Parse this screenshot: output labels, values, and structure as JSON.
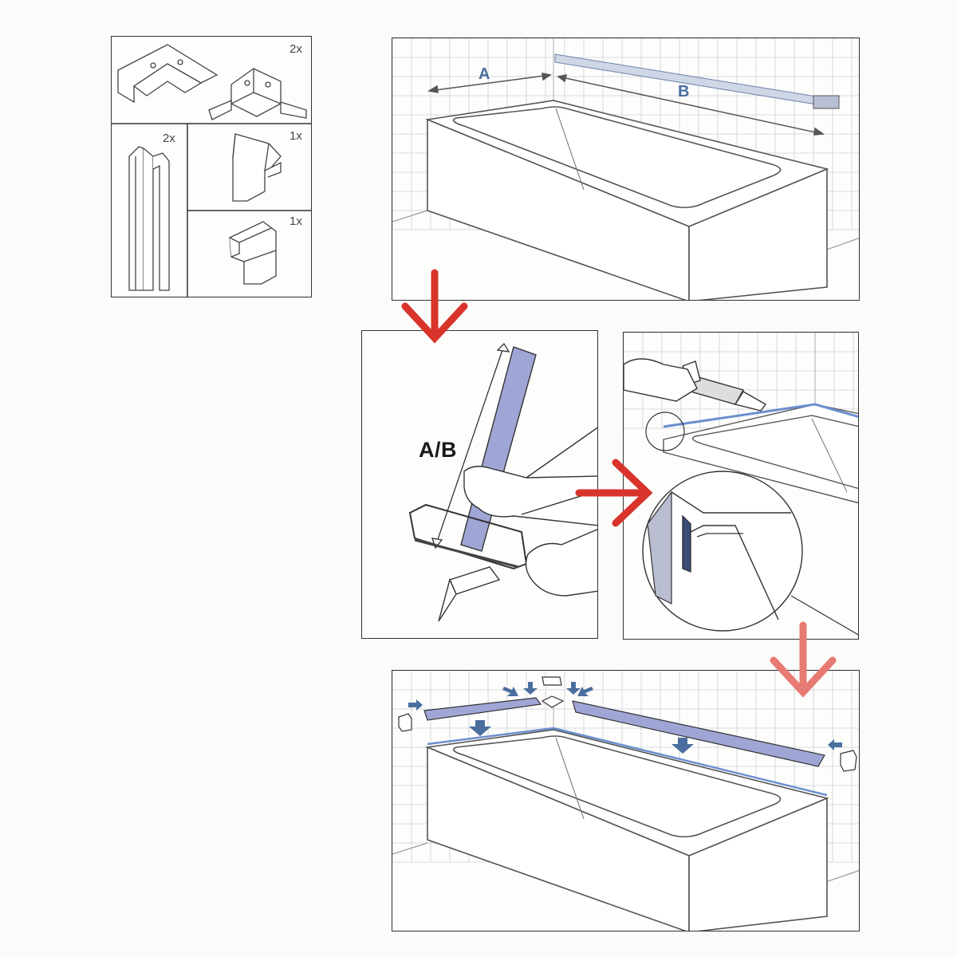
{
  "parts_panel": {
    "corner_pieces_qty": "2x",
    "profile_strips_qty": "2x",
    "end_cap_left_qty": "1x",
    "end_cap_right_qty": "1x"
  },
  "measure_panel": {
    "dim_a": "A",
    "dim_b": "B"
  },
  "cut_panel": {
    "cut_label": "A/B"
  },
  "colors": {
    "arrow_red": "#d8342c",
    "arrow_red_light": "#e77a72",
    "profile_blue": "#9fa6d6",
    "accent_blue": "#4a6e9e",
    "line_dark": "#333333",
    "tile_line": "#c9ced6"
  }
}
